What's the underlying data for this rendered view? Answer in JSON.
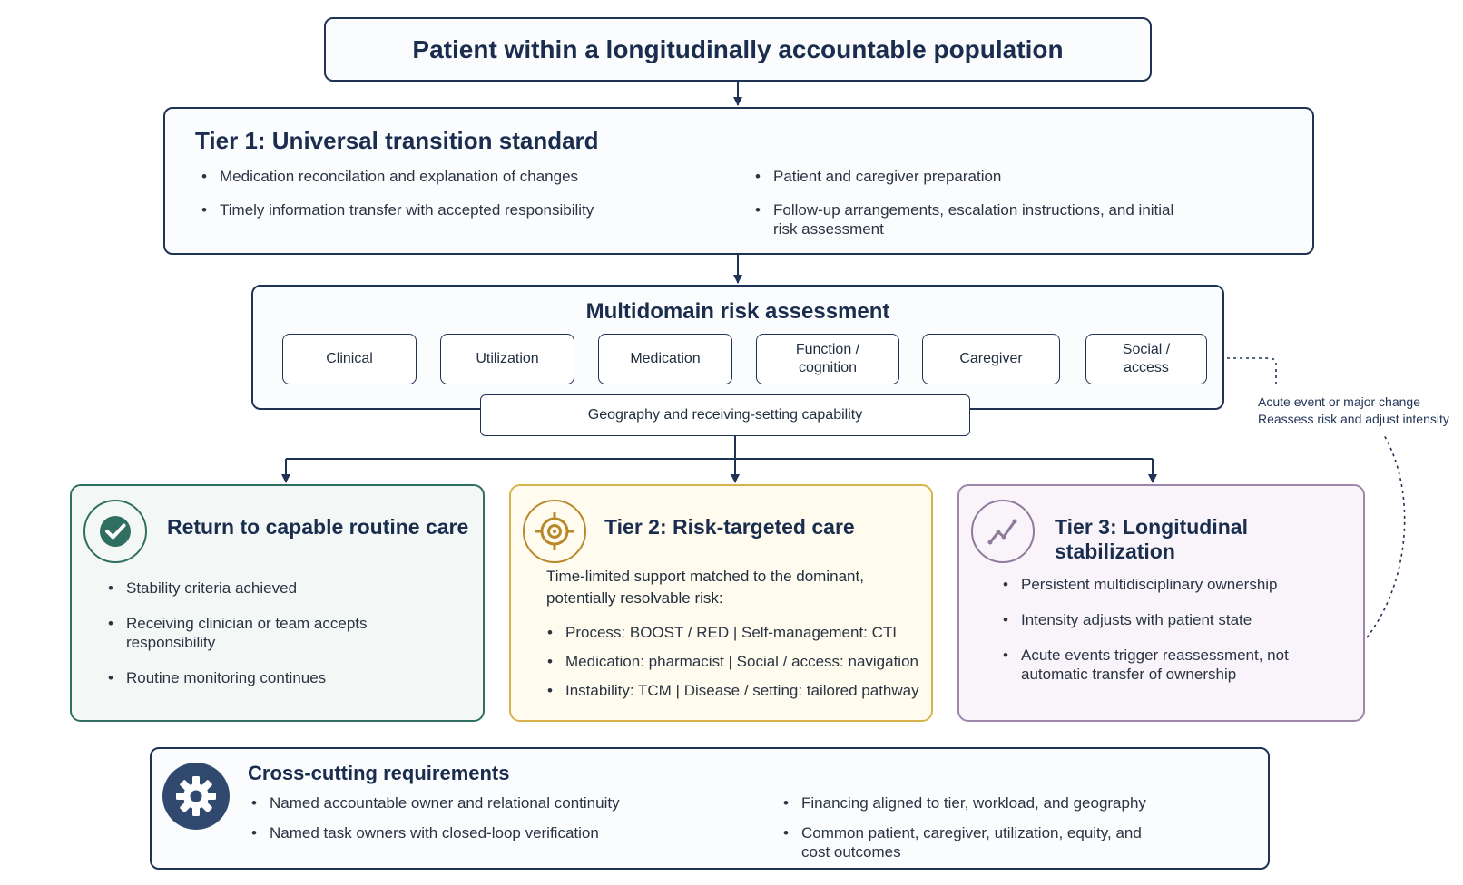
{
  "colors": {
    "navy": "#1f3355",
    "green": "#2f6e60",
    "gold": "#b8892a",
    "purple": "#8f7a9b"
  },
  "top": {
    "title": "Patient within a longitudinally accountable population"
  },
  "tier1": {
    "title": "Tier 1: Universal transition standard",
    "left_items": [
      "Medication reconcilation and explanation of changes",
      "Timely information transfer with accepted responsibility"
    ],
    "right_items": [
      "Patient and caregiver preparation",
      "Follow-up arrangements, escalation instructions, and initial risk assessment"
    ]
  },
  "risk": {
    "title": "Multidomain risk assessment",
    "domains": [
      "Clinical",
      "Utilization",
      "Medication",
      "Function / cognition",
      "Caregiver",
      "Social / access"
    ],
    "geography": "Geography and receiving-setting capability"
  },
  "feedback": {
    "line1": "Acute event or major change",
    "line2": "Reassess risk and adjust intensity"
  },
  "routine": {
    "icon": "check-icon",
    "title": "Return to capable routine care",
    "items": [
      "Stability criteria achieved",
      "Receiving clinician or team accepts responsibility",
      "Routine monitoring continues"
    ]
  },
  "tier2": {
    "icon": "target-icon",
    "title": "Tier 2: Risk-targeted care",
    "intro": "Time-limited support matched to the dominant, potentially resolvable risk:",
    "items": [
      "Process: BOOST / RED  |  Self-management: CTI",
      "Medication: pharmacist  |  Social / access: navigation",
      "Instability: TCM  |  Disease / setting: tailored pathway"
    ]
  },
  "tier3": {
    "icon": "trend-line-icon",
    "title": "Tier 3: Longitudinal stabilization",
    "items": [
      "Persistent multidisciplinary ownership",
      "Intensity adjusts with patient state",
      "Acute events trigger reassessment, not automatic transfer of ownership"
    ]
  },
  "cross": {
    "icon": "gear-icon",
    "title": "Cross-cutting requirements",
    "left_items": [
      "Named accountable owner and relational continuity",
      "Named task owners with closed-loop verification"
    ],
    "right_items": [
      "Financing aligned to tier, workload, and geography",
      "Common patient, caregiver, utilization, equity, and cost outcomes"
    ]
  }
}
